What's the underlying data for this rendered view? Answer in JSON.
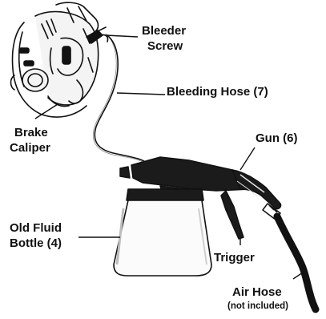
{
  "labels": {
    "bleeder_screw": [
      "Bleeder",
      "Screw"
    ],
    "bleeding_hose": "Bleeding Hose (7)",
    "brake_caliper": [
      "Brake",
      "Caliper"
    ],
    "gun": "Gun (6)",
    "old_fluid_bottle": [
      "Old Fluid",
      "Bottle (4)"
    ],
    "trigger": "Trigger",
    "air_hose": "Air Hose",
    "air_hose_note": "(not included)"
  },
  "colors": {
    "ink": "#111111",
    "paper": "#ffffff",
    "bottle_fill": "#fbfbfb",
    "gun_body": "#1b1b1b"
  },
  "icons": {
    "brake_caliper": "brake-caliper-drawing",
    "bleeding_hose": "hose-line",
    "gun": "bleeder-gun-drawing",
    "bottle": "fluid-bottle-drawing",
    "air_hose": "air-hose-line"
  }
}
